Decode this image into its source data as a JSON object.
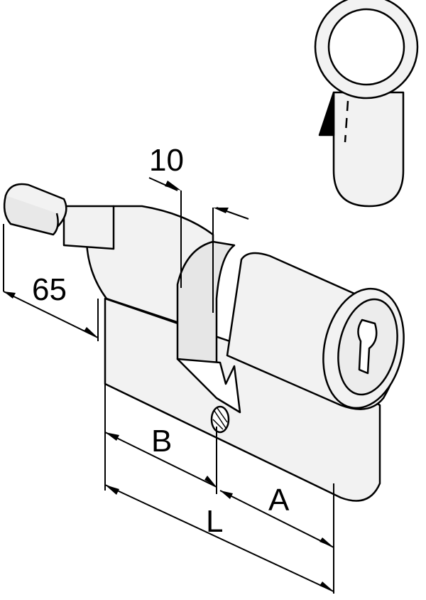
{
  "labels": {
    "dim_10": "10",
    "dim_65": "65",
    "dim_b": "B",
    "dim_a": "A",
    "dim_l": "L"
  },
  "colors": {
    "line": "#000000",
    "body_fill": "#f2f2f2",
    "shade": "#d9d9d9",
    "dark": "#000000"
  }
}
